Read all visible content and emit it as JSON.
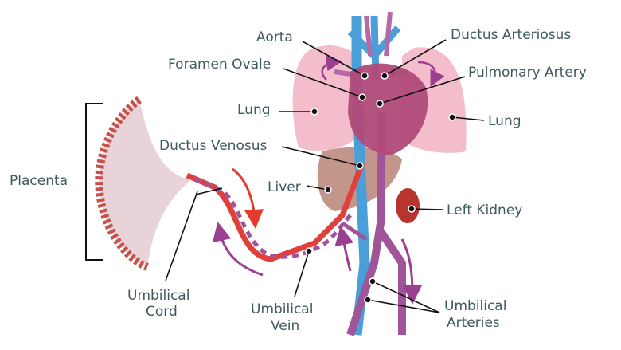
{
  "title": "Fetal circulation",
  "labels": {
    "aorta": "Aorta",
    "ductus_arteriosus": "Ductus Arteriosus",
    "foramen_ovale": "Foramen Ovale",
    "pulmonary_artery": "Pulmonary Artery",
    "lung_left": "Lung",
    "lung_right": "Lung",
    "ductus_venosus": "Ductus Venosus",
    "placenta": "Placenta",
    "liver": "Liver",
    "left_kidney": "Left Kidney",
    "umbilical_cord_1": "Umbilical",
    "umbilical_cord_2": "Cord",
    "umbilical_vein_1": "Umbilical",
    "umbilical_vein_2": "Vein",
    "umbilical_arteries_1": "Umbilical",
    "umbilical_arteries_2": "Arteries"
  },
  "colors": {
    "text": "#3f5a5e",
    "vein_blue": "#4a9fd8",
    "oxygenated_red": "#e0403a",
    "artery_purple": "#a0559a",
    "lung_pink": "#f2b6c6",
    "heart": "#b04a78",
    "liver": "#b98478",
    "kidney": "#b8342e",
    "arrow_red": "#e33b2e",
    "arrow_purple": "#9b3f90"
  }
}
